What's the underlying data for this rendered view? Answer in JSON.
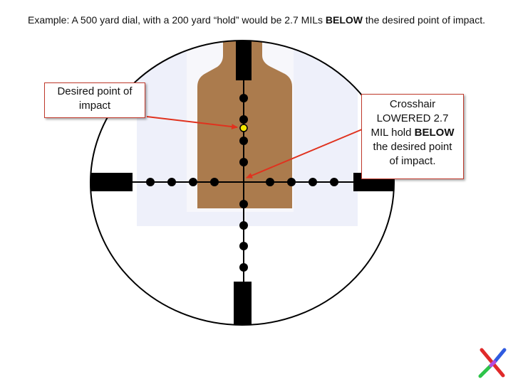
{
  "caption": {
    "prefix": "Example:  A 500 yard dial, with a 200 yard “hold” would be 2.7 MILs ",
    "emphasis": "BELOW",
    "suffix": " the desired point of impact."
  },
  "callouts": {
    "desired_point": [
      "Desired point of",
      "impact"
    ],
    "crosshair": {
      "line1": "Crosshair",
      "line2": "LOWERED 2.7",
      "line3_prefix": "MIL hold ",
      "line3_bold": "BELOW",
      "line4": "the desired point",
      "line5": "of impact."
    }
  },
  "colors": {
    "target": "#ab7b4d",
    "background_panel": "#eef0fa",
    "reticle": "#000000",
    "point_of_impact": "#f5e800",
    "arrow": "#e0321e",
    "callout_border": "#c0392b"
  },
  "logo": {
    "icon": "x-logo-icon"
  }
}
